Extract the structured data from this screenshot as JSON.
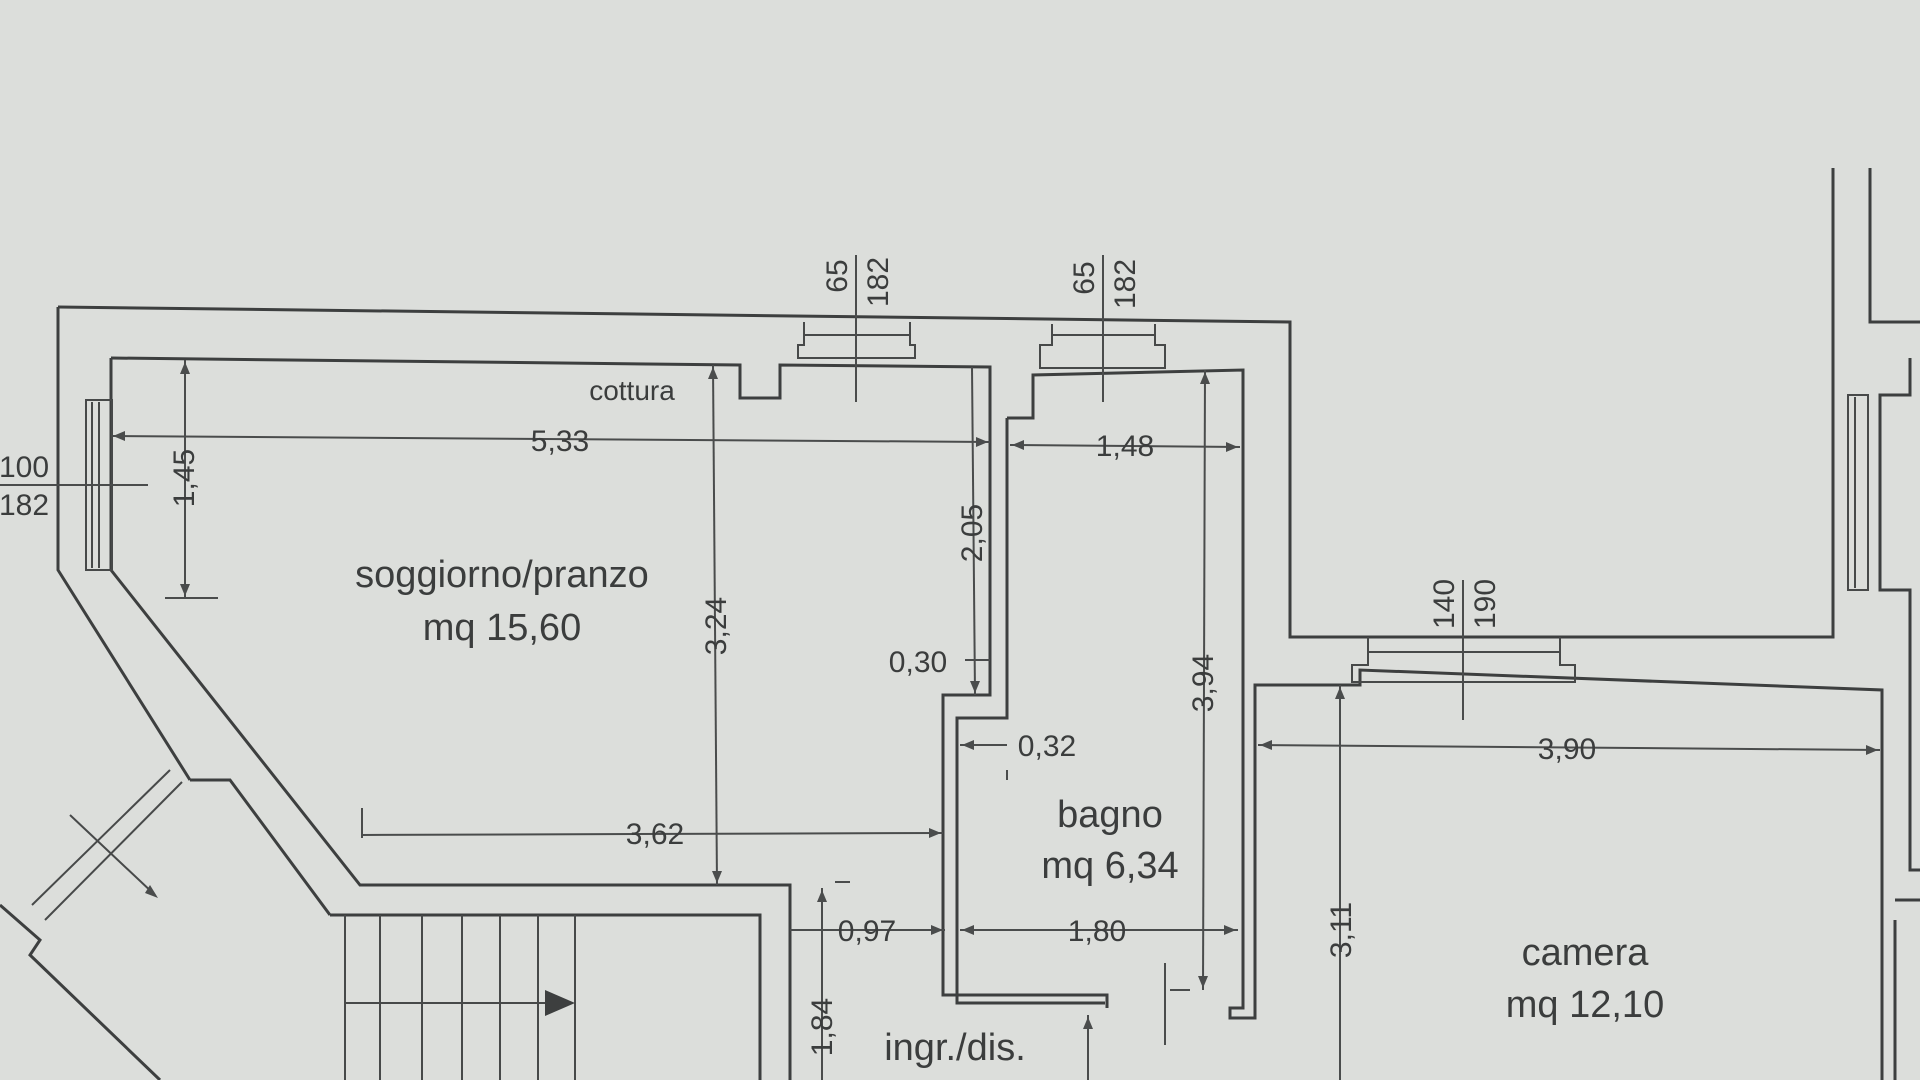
{
  "rooms": {
    "living": {
      "name": "soggiorno/pranzo",
      "area": "mq 15,60"
    },
    "kitchen": {
      "name": "cottura"
    },
    "bath": {
      "name": "bagno",
      "area": "mq 6,34"
    },
    "bedroom": {
      "name": "camera",
      "area": "mq 12,10"
    },
    "entry": {
      "name": "ingr./dis."
    }
  },
  "dimensions": {
    "living_width": "5,33",
    "living_height_left": "1,45",
    "living_height_mid": "3,24",
    "living_bottom_width": "3,62",
    "niche_height": "2,05",
    "niche_offset": "0,30",
    "bath_width_top": "1,48",
    "bath_offset": "0,32",
    "bath_height": "3,94",
    "bath_width_bottom": "1,80",
    "entry_width": "0,97",
    "entry_height": "1,84",
    "bedroom_width": "3,90",
    "bedroom_height": "3,11"
  },
  "windows": {
    "left_window": {
      "width": "100",
      "height": "182"
    },
    "kitchen_window": {
      "width": "65",
      "height": "182"
    },
    "bath_window": {
      "width": "65",
      "height": "182"
    },
    "bedroom_window": {
      "width": "140",
      "height": "190"
    }
  }
}
